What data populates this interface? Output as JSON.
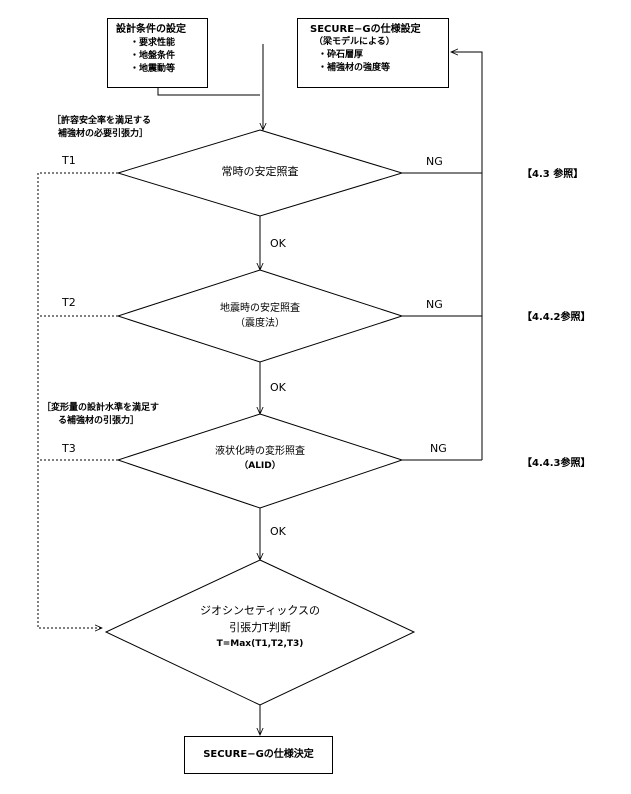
{
  "boxes": {
    "design_conditions": {
      "title": "設計条件の設定",
      "items": [
        "・要求性能",
        "・地盤条件",
        "・地震動等"
      ]
    },
    "spec_setting": {
      "title": "SECURE−Gの仕様設定",
      "subtitle": "（梁モデルによる）",
      "items": [
        "・砕石層厚",
        "・補強材の強度等"
      ]
    },
    "final": "SECURE−Gの仕様決定"
  },
  "notes": {
    "note1": [
      "［許容安全率を満足する",
      "補強材の必要引張力］"
    ],
    "note2": [
      "［変形量の設計水準を満足す",
      "る補強材の引張力］"
    ]
  },
  "diamonds": {
    "d1": [
      "常時の安定照査"
    ],
    "d2": [
      "地震時の安定照査",
      "（震度法）"
    ],
    "d3": [
      "液状化時の変形照査",
      "（ALID）"
    ],
    "d4": [
      "ジオシンセティックスの",
      "引張力T判断",
      "T=Max(T1,T2,T3)"
    ]
  },
  "labels": {
    "t1": "T1",
    "t2": "T2",
    "t3": "T3",
    "ok": "OK",
    "ng": "NG"
  },
  "refs": {
    "r1": "【4.3 参照】",
    "r2": "【4.4.2参照】",
    "r3": "【4.4.3参照】"
  }
}
